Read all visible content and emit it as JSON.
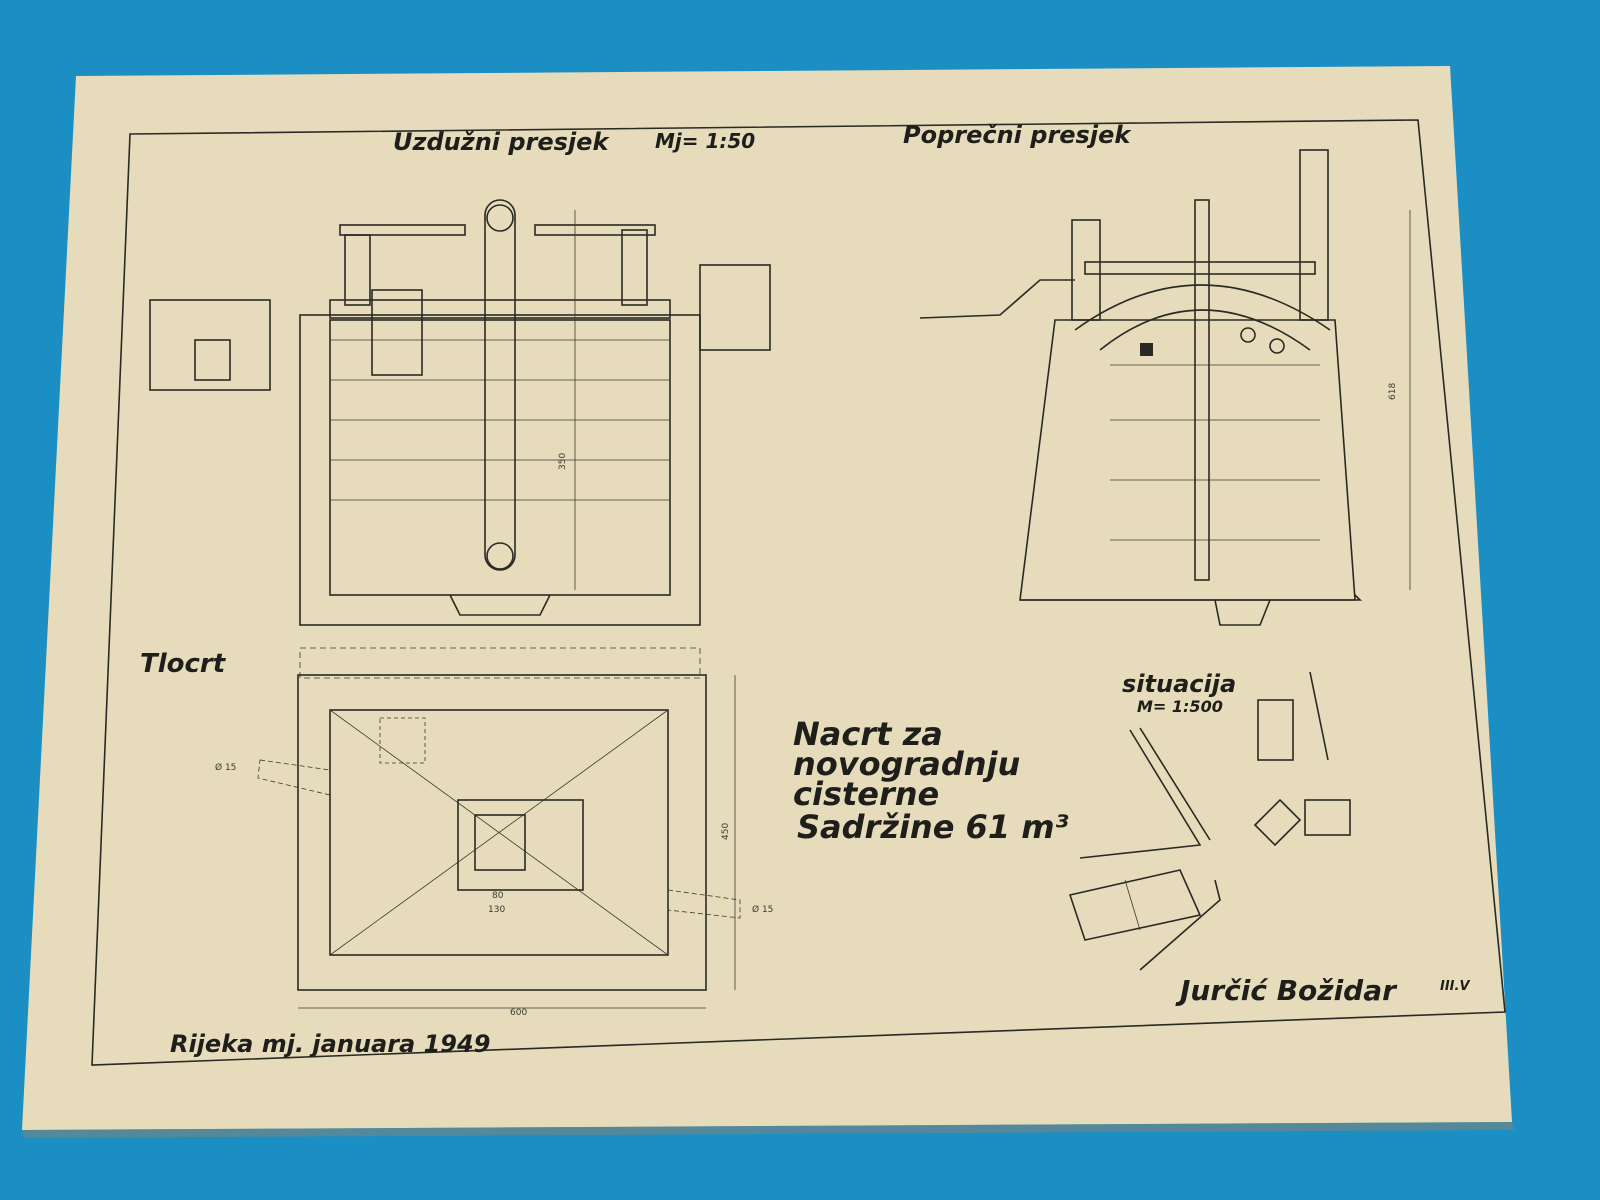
{
  "titles": {
    "longitudinal_section": "Uzdužni presjek",
    "scale_main": "Mj= 1:50",
    "cross_section": "Poprečni presjek",
    "plan": "Tlocrt",
    "site_plan": "situacija",
    "site_scale": "M= 1:500"
  },
  "main_title": {
    "line1": "Nacrt za",
    "line2": "novogradnju",
    "line3": "cisterne",
    "line4": "Sadržine 61 m³"
  },
  "author": {
    "name": "Jurčić Božidar",
    "class": "III.V"
  },
  "place_date": "Rijeka mj. januara 1949",
  "dimensions": {
    "plan_width": "600",
    "plan_depth": "450",
    "pipe_in": "Ø 15",
    "pipe_out": "Ø 15",
    "tank_height": "350",
    "center_130": "130",
    "center_80": "80",
    "cross_height": "618"
  },
  "colors": {
    "background": "#1b8fc4",
    "paper": "#e6dcbc",
    "ink": "#2a2a24"
  }
}
